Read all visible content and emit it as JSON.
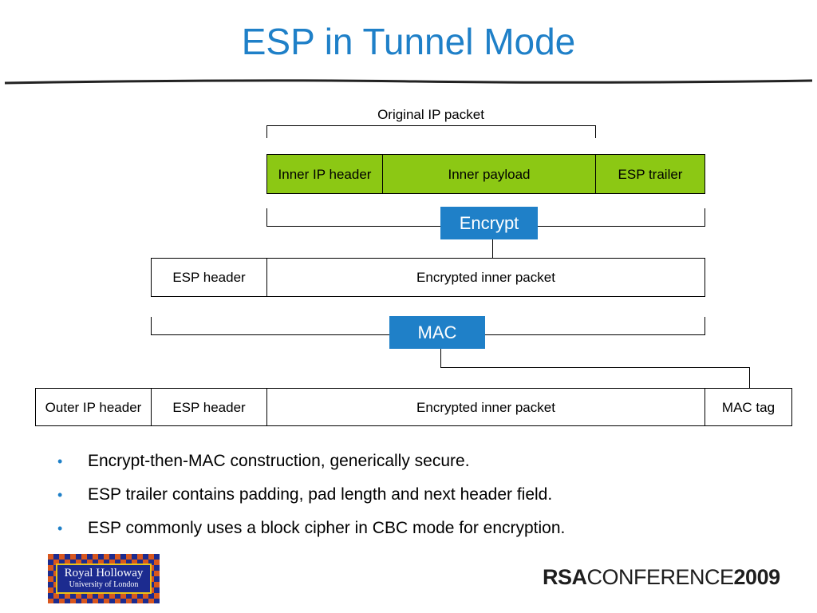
{
  "slide": {
    "title": "ESP in Tunnel Mode",
    "caption": "Original IP packet"
  },
  "colors": {
    "title_blue": "#1f80c8",
    "field_green": "#8cc814",
    "operation_blue": "#1f80c8"
  },
  "row1": {
    "inner_ip_header": "Inner IP header",
    "inner_payload": "Inner payload",
    "esp_trailer": "ESP trailer"
  },
  "operations": {
    "encrypt": "Encrypt",
    "mac": "MAC"
  },
  "row2": {
    "esp_header": "ESP header",
    "encrypted_inner_packet": "Encrypted inner packet"
  },
  "row3": {
    "outer_ip_header": "Outer IP header",
    "esp_header": "ESP header",
    "encrypted_inner_packet": "Encrypted inner packet",
    "mac_tag": "MAC tag"
  },
  "bullets": [
    "Encrypt-then-MAC construction, generically secure.",
    "ESP trailer contains padding, pad length and next header field.",
    "ESP commonly uses a block cipher in CBC mode for encryption."
  ],
  "logos": {
    "royal_holloway_line1": "Royal Holloway",
    "royal_holloway_line2": "University of London",
    "rsa_prefix": "RSA",
    "rsa_middle": "CONFERENCE",
    "rsa_year": "2009"
  }
}
